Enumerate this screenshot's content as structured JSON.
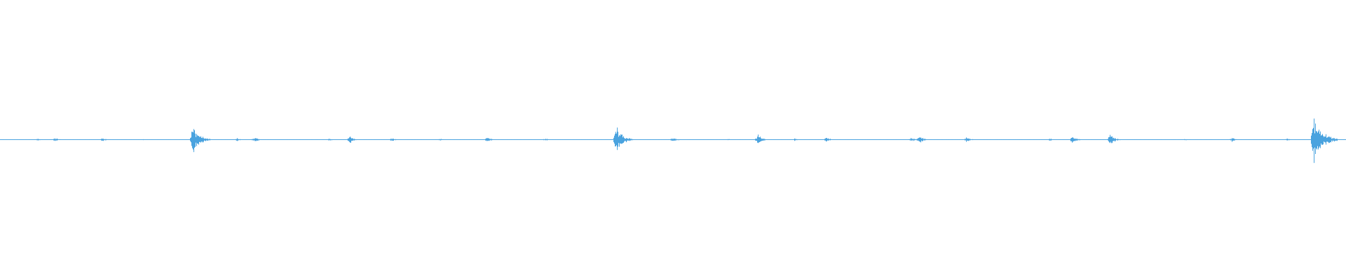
{
  "waveform": {
    "color": "#4aa3df",
    "peak_scale": 1.0,
    "bursts": [
      {
        "t": 0.028,
        "amp": 0.008
      },
      {
        "t": 0.041,
        "amp": 0.016
      },
      {
        "t": 0.076,
        "amp": 0.014
      },
      {
        "t": 0.106,
        "amp": 0.006
      },
      {
        "t": 0.143,
        "amp": 0.12
      },
      {
        "t": 0.176,
        "amp": 0.012
      },
      {
        "t": 0.189,
        "amp": 0.022
      },
      {
        "t": 0.245,
        "amp": 0.01
      },
      {
        "t": 0.26,
        "amp": 0.032
      },
      {
        "t": 0.291,
        "amp": 0.016
      },
      {
        "t": 0.327,
        "amp": 0.008
      },
      {
        "t": 0.362,
        "amp": 0.022
      },
      {
        "t": 0.405,
        "amp": 0.01
      },
      {
        "t": 0.458,
        "amp": 0.11
      },
      {
        "t": 0.5,
        "amp": 0.022
      },
      {
        "t": 0.541,
        "amp": 0.006
      },
      {
        "t": 0.563,
        "amp": 0.04
      },
      {
        "t": 0.59,
        "amp": 0.01
      },
      {
        "t": 0.614,
        "amp": 0.022
      },
      {
        "t": 0.677,
        "amp": 0.018
      },
      {
        "t": 0.683,
        "amp": 0.04
      },
      {
        "t": 0.718,
        "amp": 0.026
      },
      {
        "t": 0.78,
        "amp": 0.01
      },
      {
        "t": 0.797,
        "amp": 0.03
      },
      {
        "t": 0.825,
        "amp": 0.048
      },
      {
        "t": 0.88,
        "amp": 0.008
      },
      {
        "t": 0.915,
        "amp": 0.018
      },
      {
        "t": 0.956,
        "amp": 0.01
      },
      {
        "t": 0.976,
        "amp": 0.19
      }
    ]
  }
}
